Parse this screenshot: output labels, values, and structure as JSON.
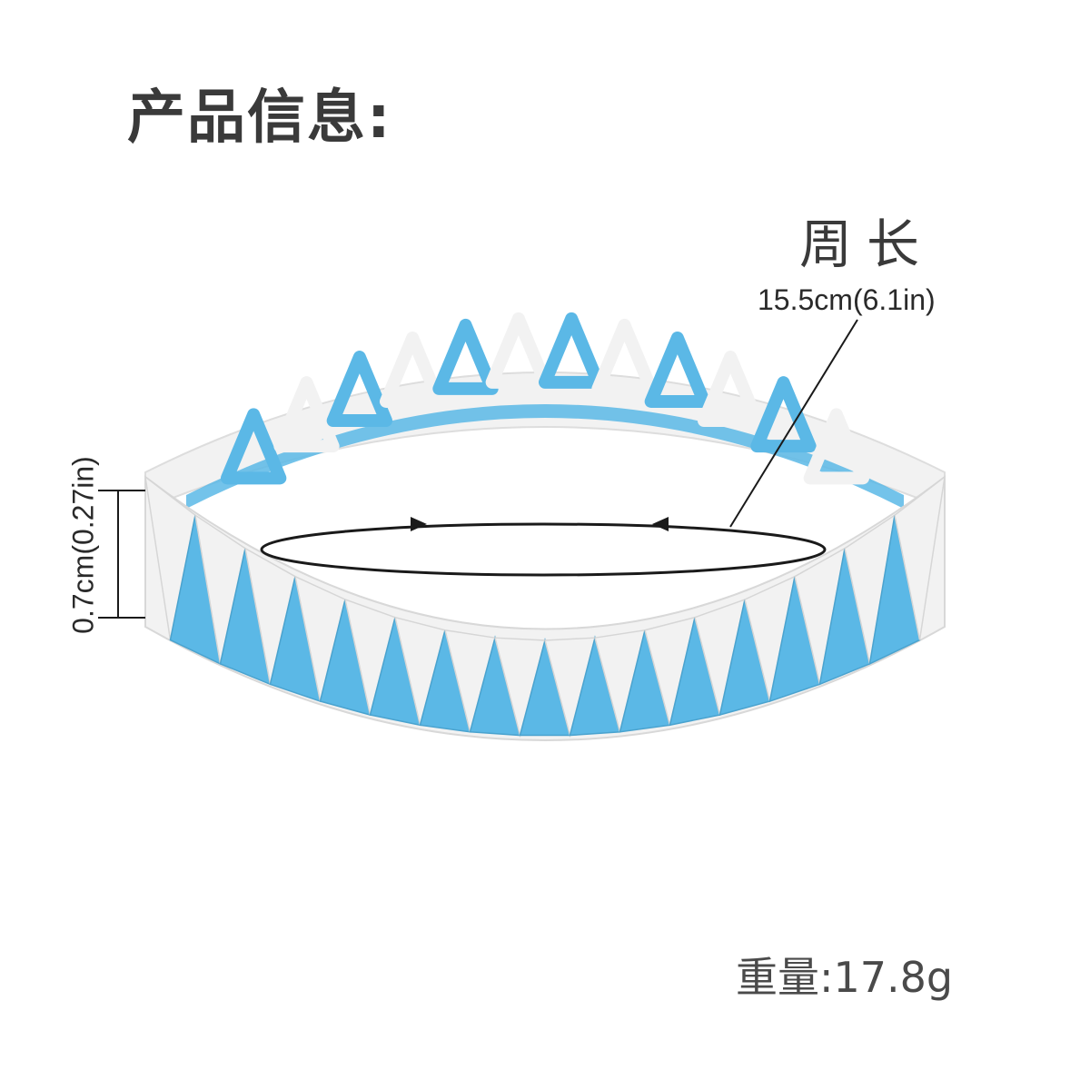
{
  "title": "产品信息:",
  "circumference": {
    "label": "周长",
    "value": "15.5cm(6.1in)"
  },
  "height": {
    "value": "0.7cm(0.27in)"
  },
  "weight": {
    "label": "重量:17.8g"
  },
  "colors": {
    "blue": "#5bb8e6",
    "white": "#f2f2f2",
    "text": "#3a3a3a",
    "line": "#222222"
  }
}
